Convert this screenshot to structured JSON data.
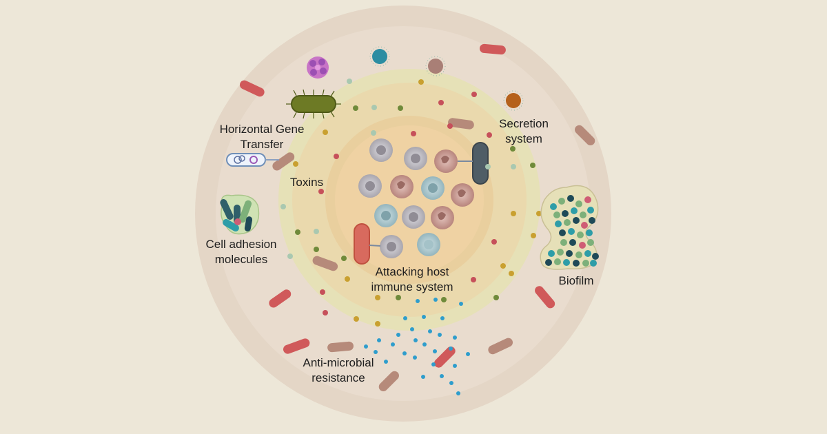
{
  "labels": {
    "hgt": {
      "line1": "Horizontal Gene",
      "line2": "Transfer"
    },
    "secretion": {
      "line1": "Secretion",
      "line2": "system"
    },
    "toxins": "Toxins",
    "adhesion": {
      "line1": "Cell adhesion",
      "line2": "molecules"
    },
    "attack": {
      "line1": "Attacking host",
      "line2": "immune system"
    },
    "biofilm": "Biofilm",
    "amr": {
      "line1": "Anti-microbial",
      "line2": "resistance"
    }
  },
  "colors": {
    "background": "#ede7d8",
    "outer_ring": "#e4d6c6",
    "middle_ring": "#e6dfba",
    "inner_core": "#efd0a0",
    "red_bacteria": "#d0595a",
    "brown_bacteria": "#b68a7a",
    "immune_cell_grey": "#c8c5cc",
    "immune_cell_pink": "#cfaaa2",
    "immune_cell_blue": "#b9cfd4",
    "antibiotic_dot": "#2e9dcc"
  }
}
